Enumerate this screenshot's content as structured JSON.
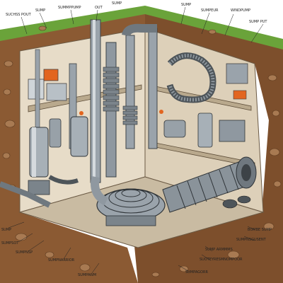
{
  "labels": {
    "top_1": "SUMP",
    "top_2": "SUMP",
    "top_3": "OUT",
    "top_4": "SUMMPPUMP",
    "top_5": "SUMP",
    "top_6": "SUMPEUR",
    "top_7": "WINDPUMP",
    "top_8": "SUMP PUT",
    "left_top": "SUCHSS POUT",
    "left_1": "SUMP",
    "left_2": "SUMPSOT",
    "left_3": "SUMPNSP",
    "left_4": "SUMPNARRIOR",
    "bottom_1": "SUMPAWM",
    "bottom_2": "SUMPAGORR",
    "bottom_3": "SUMP ARMMMS",
    "bottom_4": "SUOTEYRESMNOMPOOR",
    "right_1": "BOMBE SUMP",
    "right_2": "SUMPNSGUSENT"
  },
  "colors": {
    "soil": "#8b5a33",
    "grass": "#6aa33a",
    "pipe_metal": "#9aa3ab",
    "accent_orange": "#e2651f",
    "wall": "#e7dcc8"
  }
}
